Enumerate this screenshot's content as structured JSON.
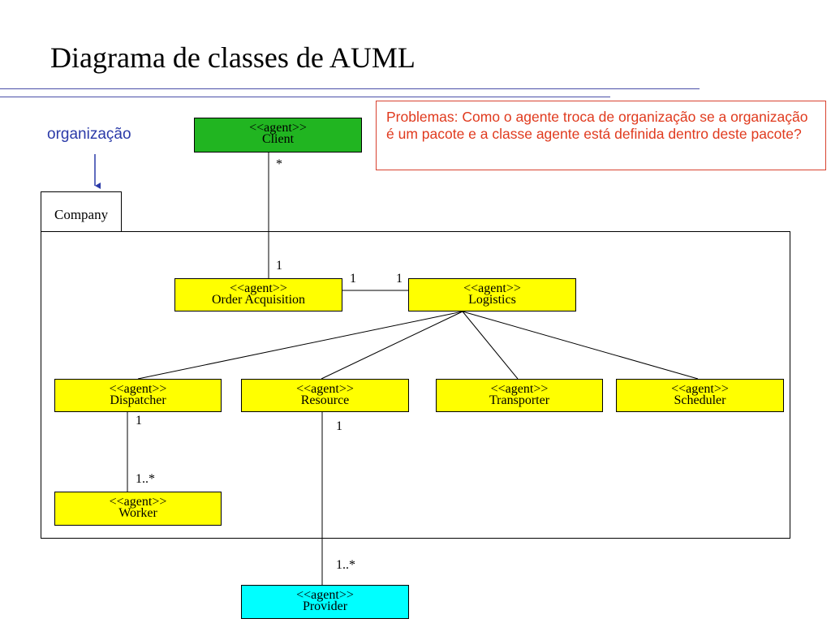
{
  "slide": {
    "title": "Diagrama de classes de AUML"
  },
  "note": {
    "text": "Problemas: Como o agente troca de organização se a organização é um pacote e a classe agente está definida dentro deste pacote?"
  },
  "side_label": "organização",
  "package": {
    "name": "Company"
  },
  "classes": {
    "client": {
      "stereotype": "<<agent>>",
      "name": "Client"
    },
    "order_acquisition": {
      "stereotype": "<<agent>>",
      "name": "Order Acquisition"
    },
    "logistics": {
      "stereotype": "<<agent>>",
      "name": "Logistics"
    },
    "dispatcher": {
      "stereotype": "<<agent>>",
      "name": "Dispatcher"
    },
    "resource": {
      "stereotype": "<<agent>>",
      "name": "Resource"
    },
    "transporter": {
      "stereotype": "<<agent>>",
      "name": "Transporter"
    },
    "scheduler": {
      "stereotype": "<<agent>>",
      "name": "Scheduler"
    },
    "worker": {
      "stereotype": "<<agent>>",
      "name": "Worker"
    },
    "provider": {
      "stereotype": "<<agent>>",
      "name": "Provider"
    }
  },
  "multiplicities": {
    "client_end": "*",
    "order_top": "1",
    "order_right": "1",
    "logistics_left": "1",
    "dispatcher_end": "1",
    "worker_end": "1..*",
    "resource_end": "1",
    "provider_end": "1..*"
  },
  "colors": {
    "agent": "#ffff00",
    "client": "#21b521",
    "provider": "#00ffff",
    "note_text": "#e03a1e",
    "label": "#2b3aa8",
    "rule": "#4a4fa8"
  }
}
